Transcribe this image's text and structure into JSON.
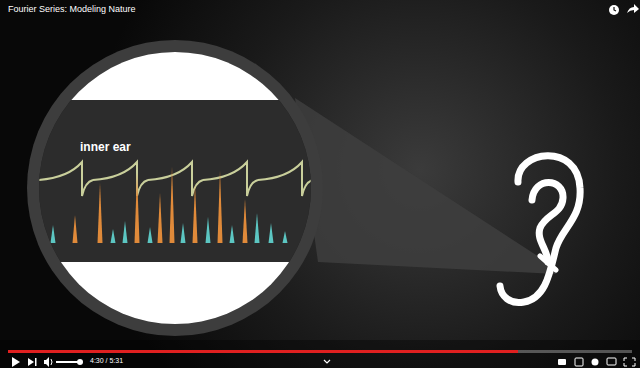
{
  "diagram": {
    "title": "Fourier Series: Modeling Nature",
    "nodes": [
      {
        "text": [
          "inner ear"
        ]
      }
    ],
    "labels": [
      "4:30 / 5:31"
    ]
  }
}
